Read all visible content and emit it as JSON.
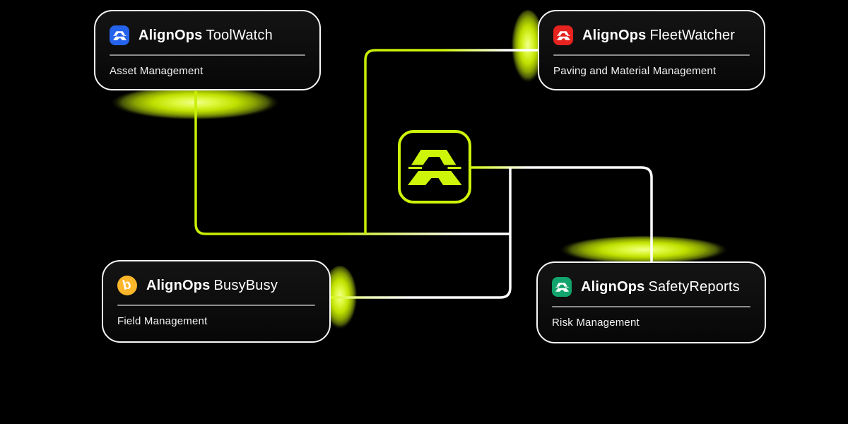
{
  "accent_color": "#CDF50A",
  "background_color": "#000000",
  "hub": {
    "icon": "alignops-arch-logo",
    "border_color": "#CDF50A"
  },
  "cards": {
    "toolwatch": {
      "brand": "AlignOps",
      "product": "ToolWatch",
      "subtitle": "Asset Management",
      "icon": "alignops-arch-icon",
      "icon_color": "#2563EC"
    },
    "fleetwatcher": {
      "brand": "AlignOps",
      "product": "FleetWatcher",
      "subtitle": "Paving and Material Management",
      "icon": "alignops-arch-icon",
      "icon_color": "#E6231F"
    },
    "busybusy": {
      "brand": "AlignOps",
      "product": "BusyBusy",
      "subtitle": "Field Management",
      "icon": "busybusy-b-icon",
      "icon_glyph": "b",
      "icon_color": "#FCB62A"
    },
    "safetyreports": {
      "brand": "AlignOps",
      "product": "SafetyReports",
      "subtitle": "Risk Management",
      "icon": "alignops-arch-icon",
      "icon_color": "#12A46C"
    }
  },
  "connectors": {
    "line_color_green": "#C8EE05",
    "line_color_white": "#FFFFFF",
    "glow_color": "#BFE000"
  }
}
